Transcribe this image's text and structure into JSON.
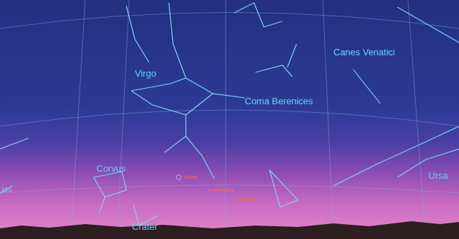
{
  "diagram": {
    "labels": [
      "Virgo",
      "Coma Berenices",
      "Canes Venatici",
      "Corvus",
      "Crater",
      "Ursa",
      "us",
      "Moon",
      "Mercury",
      "Saturn"
    ]
  }
}
